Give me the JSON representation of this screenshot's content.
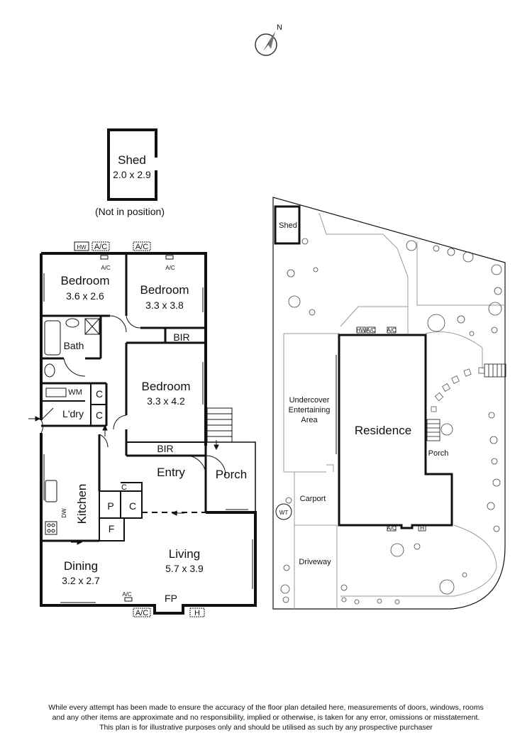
{
  "compass": {
    "label": "N"
  },
  "shed": {
    "name": "Shed",
    "dims": "2.0 x 2.9",
    "note": "(Not in position)"
  },
  "floor_plan": {
    "bedroom1": {
      "name": "Bedroom",
      "dims": "3.6 x 2.6"
    },
    "bedroom2": {
      "name": "Bedroom",
      "dims": "3.3 x 3.8"
    },
    "bedroom3": {
      "name": "Bedroom",
      "dims": "3.3 x 4.2"
    },
    "bath": "Bath",
    "laundry": "L'dry",
    "wm": "WM",
    "kitchen": "Kitchen",
    "dw": "DW",
    "dining": {
      "name": "Dining",
      "dims": "3.2 x 2.7"
    },
    "living": {
      "name": "Living",
      "dims": "5.7 x 3.9"
    },
    "entry": "Entry",
    "porch": "Porch",
    "bir": "BIR",
    "cupboard": "C",
    "pantry": "P",
    "fridge": "F",
    "ac": "A/C",
    "hw": "HW",
    "heater": "H",
    "fireplace": "FP"
  },
  "site_plan": {
    "shed": "Shed",
    "residence": "Residence",
    "porch": "Porch",
    "entertaining_line1": "Undercover",
    "entertaining_line2": "Entertaining",
    "entertaining_line3": "Area",
    "carport": "Carport",
    "driveway": "Driveway",
    "wt": "WT",
    "hw": "HW",
    "ac": "A/C",
    "heater": "H"
  },
  "disclaimer": {
    "line1": "While every attempt has been made to ensure the accuracy of the floor plan detailed here, measurements of doors, windows, rooms",
    "line2": "and any other items are approximate and no responsibility, implied or otherwise, is taken for any error, omissions or misstatement.",
    "line3": "This plan is for illustrative purposes only and should be utilised as such by any prospective purchaser"
  }
}
